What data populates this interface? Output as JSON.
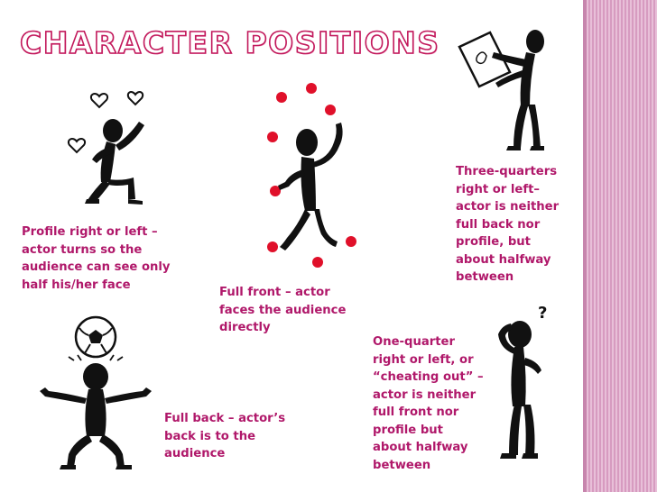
{
  "slide": {
    "title": "CHARACTER POSITIONS",
    "colors": {
      "title_outline": "#c2185b",
      "caption_text": "#b0186a",
      "ball_red": "#e0102a",
      "strip_pink": "#d79bc0"
    },
    "captions": {
      "profile": "Profile right or left –\nactor turns so the\naudience can see only\nhalf his/her face",
      "full_front": "Full front – actor\nfaces the audience\ndirectly",
      "three_quarters": "Three-quarters\nright or left–\nactor is neither\nfull back nor\nprofile, but\nabout halfway\nbetween",
      "one_quarter": "One-quarter\nright or left, or\n“cheating out” –\nactor is neither\nfull front nor\nprofile but\nabout halfway\nbetween",
      "full_back": "Full back – actor’s\nback is to the\naudience"
    },
    "figures": {
      "profile": "kneeling-stick-figure-with-hearts",
      "full_front": "juggling-stick-figure-with-red-balls",
      "three_quarters": "stick-figure-holding-sign",
      "one_quarter": "confused-stick-figure-with-question-mark",
      "full_back": "stick-figure-with-soccer-ball"
    }
  }
}
